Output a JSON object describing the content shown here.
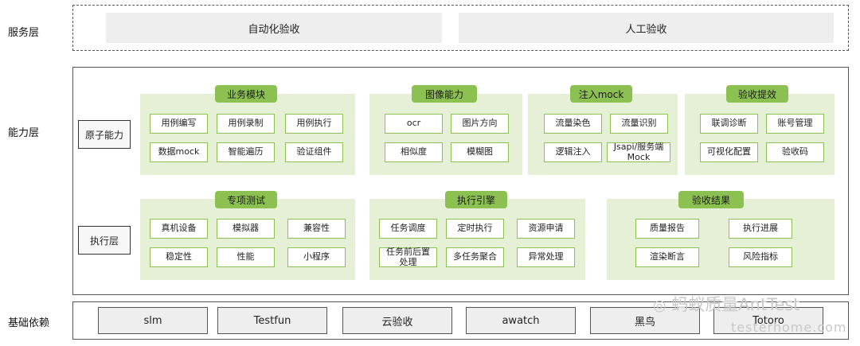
{
  "layers": {
    "service": "服务层",
    "capability": "能力层",
    "base": "基础依赖"
  },
  "service_items": [
    "自动化验收",
    "人工验收"
  ],
  "side_labels": {
    "atomic": "原子能力",
    "execution": "执行层"
  },
  "groups": {
    "business": {
      "title": "业务模块",
      "items": [
        "用例编写",
        "用例录制",
        "用例执行",
        "数据mock",
        "智能遍历",
        "验证组件"
      ]
    },
    "image": {
      "title": "图像能力",
      "items": [
        "ocr",
        "图片方向",
        "相似度",
        "模糊图"
      ]
    },
    "inject": {
      "title": "注入mock",
      "items": [
        "流量染色",
        "流量识别",
        "逻辑注入",
        "Jsapi/服务端\nMock"
      ]
    },
    "efficiency": {
      "title": "验收提效",
      "items": [
        "联调诊断",
        "账号管理",
        "可视化配置",
        "验收码"
      ]
    },
    "special": {
      "title": "专项测试",
      "items": [
        "真机设备",
        "模拟器",
        "兼容性",
        "稳定性",
        "性能",
        "小程序"
      ]
    },
    "engine": {
      "title": "执行引擎",
      "items": [
        "任务调度",
        "定时执行",
        "资源申请",
        "任务前后置\n处理",
        "多任务聚合",
        "异常处理"
      ]
    },
    "result": {
      "title": "验收结果",
      "items": [
        "质量报告",
        "执行进展",
        "渲染断言",
        "风险指标"
      ]
    }
  },
  "base_items": [
    "slm",
    "Testfun",
    "云验收",
    "awatch",
    "黑鸟",
    "Totoro"
  ],
  "watermark": {
    "main": "蚂蚁质量AntTest",
    "sub": "testerhome.com"
  }
}
